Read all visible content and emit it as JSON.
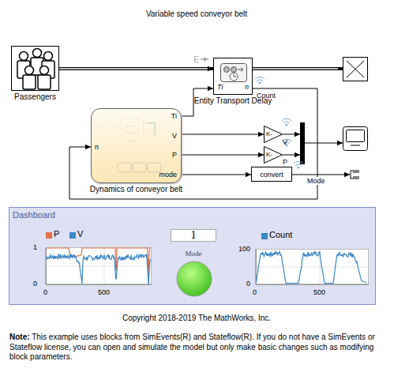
{
  "diagram": {
    "title": "Variable speed conveyor belt",
    "nodes": [
      {
        "text": [
          "Passengers"
        ]
      },
      {
        "text": [
          "Ti",
          "n",
          "Entity Transport Delay"
        ]
      },
      {
        "text": [
          "n",
          "Ti",
          "V",
          "P",
          "mode",
          "Dynamics of conveyor belt"
        ]
      },
      {
        "text": [
          "K-"
        ]
      },
      {
        "text": [
          "K-"
        ]
      },
      {
        "text": [
          "convert"
        ]
      },
      {
        "text": [
          "Dashboard"
        ]
      },
      {
        "text": [
          "1"
        ],
        "in": 6
      }
    ],
    "edges": [
      {
        "from": 0,
        "to": 1,
        "arrow": "to"
      },
      {
        "from": 2,
        "to": 1,
        "arrow": "to"
      },
      {
        "from": 1,
        "to": 2,
        "arrow": "to"
      },
      {
        "from": 2,
        "to": 3,
        "arrow": "to"
      },
      {
        "from": 2,
        "to": 4,
        "arrow": "to"
      },
      {
        "from": 2,
        "to": 5,
        "arrow": "to"
      }
    ],
    "labels": [
      "E",
      "Count",
      "V",
      "P",
      "Mode",
      "1",
      "0",
      "0",
      "500",
      "Mode",
      "100",
      "0",
      "0",
      "500",
      "Copyright 2018-2019 The MathWorks, Inc.",
      "Note:",
      "This example uses blocks from SimEvents(R) and Stateflow(R). If you do not have a SimEvents or Stateflow license, you can open and simulate the model but only make basic changes such as modifying block parameters."
    ],
    "legend": [
      {
        "text": "P",
        "color": "#e0704a"
      },
      {
        "text": "V",
        "color": "#3a87c8"
      },
      {
        "text": "Count",
        "color": "#3a87c8"
      }
    ]
  }
}
